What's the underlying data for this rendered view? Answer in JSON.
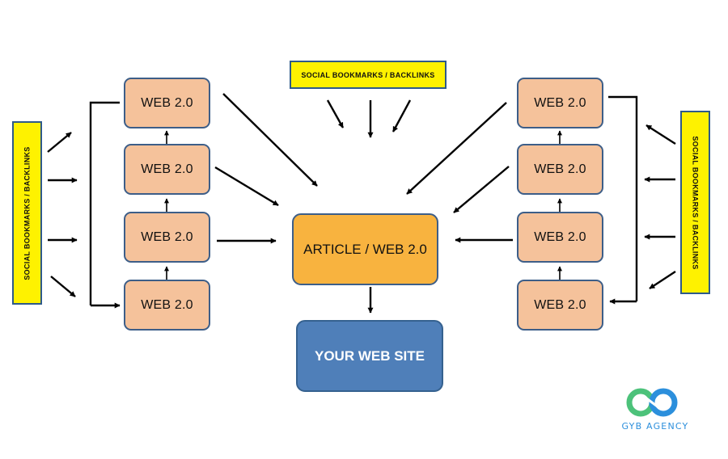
{
  "top_label": "SOCIAL BOOKMARKS / BACKLINKS",
  "left_label": "SOCIAL BOOKMARKS / BACKLINKS",
  "right_label": "SOCIAL BOOKMARKS / BACKLINKS",
  "left_nodes": [
    "WEB 2.0",
    "WEB 2.0",
    "WEB 2.0",
    "WEB 2.0"
  ],
  "right_nodes": [
    "WEB 2.0",
    "WEB 2.0",
    "WEB 2.0",
    "WEB 2.0"
  ],
  "center": {
    "article": "ARTICLE / WEB 2.0",
    "site": "YOUR WEB SITE"
  },
  "logo": {
    "text": "GYB AGENCY",
    "icon": "infinity-link-icon"
  },
  "colors": {
    "web_box": "#f5c29b",
    "article_box": "#f8b33f",
    "site_box": "#4f7fb9",
    "label_box": "#fef200",
    "border": "#3d5e88",
    "logo_green": "#4cc27a",
    "logo_blue": "#2c8fdc"
  }
}
